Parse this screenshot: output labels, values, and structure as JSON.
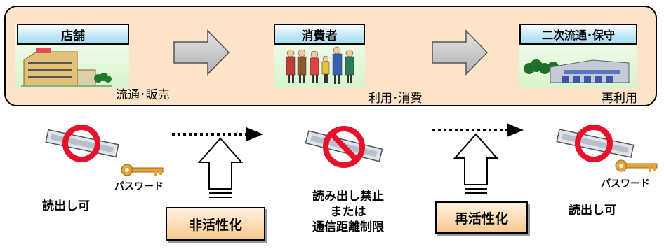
{
  "stages": [
    {
      "title": "店舗",
      "caption": "流通･販売"
    },
    {
      "title": "消費者",
      "caption": "利用･消費"
    },
    {
      "title": "二次流通･保守",
      "caption": "再利用"
    }
  ],
  "tag_states": [
    {
      "text_lines": [
        "読出し可"
      ],
      "key_label": "パスワード"
    },
    {
      "text_lines": [
        "読み出し禁止",
        "または",
        "通信距離制限"
      ]
    },
    {
      "text_lines": [
        "読出し可"
      ],
      "key_label": "パスワード"
    }
  ],
  "transitions": [
    {
      "label": "非活性化"
    },
    {
      "label": "再活性化"
    }
  ],
  "colors": {
    "band_bg": "#fde4c8",
    "title_blue": "#bfe6f6",
    "arrow_gray": "#cccccc",
    "prohibit_red": "#e8102a",
    "key_gold": "#e8a23a"
  }
}
